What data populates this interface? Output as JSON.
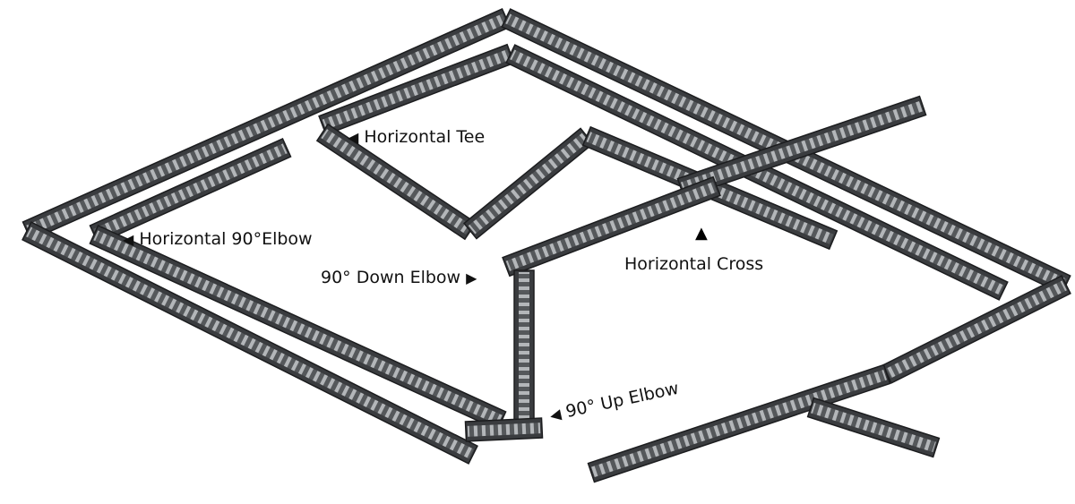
{
  "colors": {
    "tray": "#3a3c3f",
    "tray_edge": "#1c1d1f",
    "rung": "#a8abae",
    "rung_dark": "#606366",
    "label": "#111111"
  },
  "labels": {
    "horizontal_tee": "Horizontal Tee",
    "horizontal_elbow": "Horizontal 90°Elbow",
    "down_elbow": "90° Down Elbow",
    "horizontal_cross": "Horizontal Cross",
    "up_elbow": "90° Up Elbow"
  },
  "markers": {
    "left_pointer": "◀",
    "right_pointer": "▶",
    "up_pointer": "▲"
  }
}
